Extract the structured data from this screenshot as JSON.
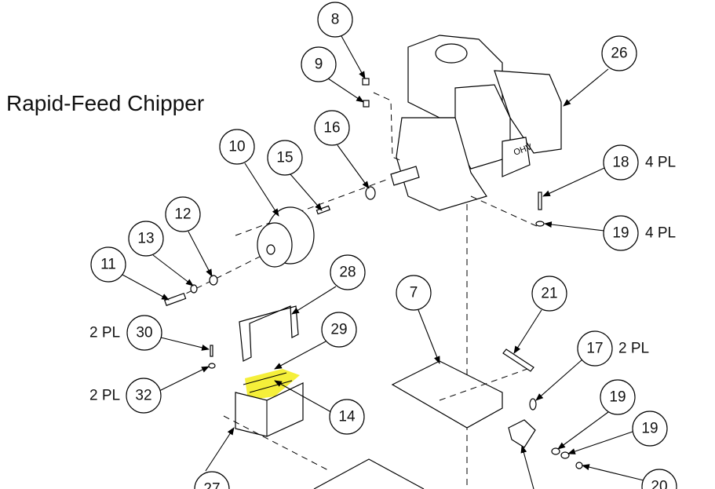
{
  "title": "Rapid-Feed Chipper",
  "engine_logo": "OHV",
  "highlight_color": "#f5ef3a",
  "callouts": [
    {
      "label": "8"
    },
    {
      "label": "9"
    },
    {
      "label": "26"
    },
    {
      "label": "10"
    },
    {
      "label": "15"
    },
    {
      "label": "16"
    },
    {
      "label": "18",
      "qualifier": "4 PL"
    },
    {
      "label": "19",
      "qualifier": "4 PL"
    },
    {
      "label": "12"
    },
    {
      "label": "13"
    },
    {
      "label": "11"
    },
    {
      "label": "28"
    },
    {
      "label": "7"
    },
    {
      "label": "21"
    },
    {
      "label": "30",
      "qualifier": "2 PL"
    },
    {
      "label": "29"
    },
    {
      "label": "17",
      "qualifier": "2 PL"
    },
    {
      "label": "32",
      "qualifier": "2 PL"
    },
    {
      "label": "14"
    },
    {
      "label": "19"
    },
    {
      "label": "19"
    },
    {
      "label": "20"
    },
    {
      "label": "27"
    }
  ]
}
